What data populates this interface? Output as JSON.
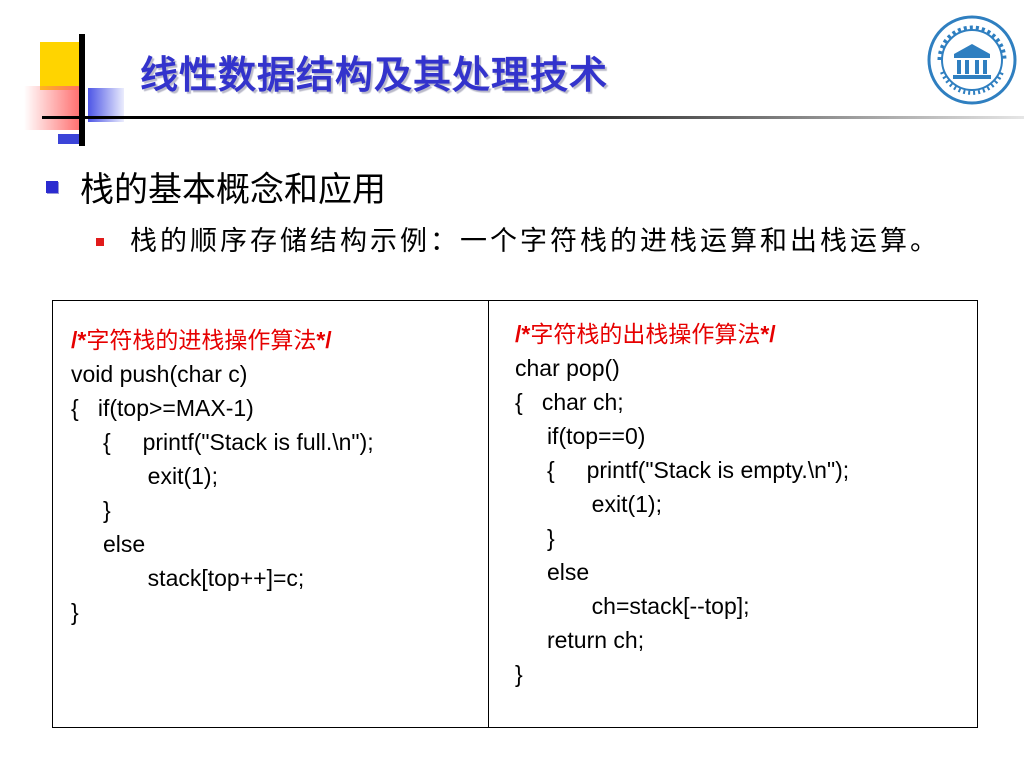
{
  "slide": {
    "title": "线性数据结构及其处理技术",
    "logo": {
      "icon": "university-seal-icon",
      "color": "#2f7fc0"
    },
    "bullet_level1": "栈的基本概念和应用",
    "bullet_level2": "栈的顺序存储结构示例：一个字符栈的进栈运算和出栈运算。",
    "colors": {
      "title": "#3333cc",
      "comment": "#e60000",
      "bullet1": "#2b2bd0",
      "bullet2": "#e11b1b"
    }
  },
  "code": {
    "left": {
      "comment_open": "/*",
      "comment_text": "字符栈的进栈操作算法",
      "comment_close": "*/",
      "lines": [
        "void push(char c)",
        "{   if(top>=MAX-1)",
        "     {     printf(\"Stack is full.\\n\");",
        "            exit(1);",
        "     }",
        "     else",
        "            stack[top++]=c;",
        "}"
      ]
    },
    "right": {
      "comment_open": "/*",
      "comment_text": "字符栈的出栈操作算法",
      "comment_close": "*/",
      "lines": [
        "char pop()",
        "{   char ch;",
        "     if(top==0)",
        "     {     printf(\"Stack is empty.\\n\");",
        "            exit(1);",
        "     }",
        "     else",
        "            ch=stack[--top];",
        "     return ch;",
        "}"
      ]
    }
  }
}
